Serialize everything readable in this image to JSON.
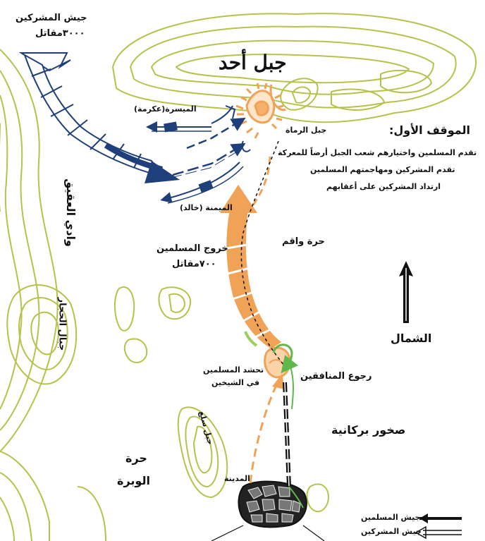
{
  "colors": {
    "background": "#ffffff",
    "contour": "#b6c24a",
    "muslims": "#f0a257",
    "polytheists": "#1e3f7a",
    "hypocrites": "#5fb84a",
    "ink": "#111111"
  },
  "labels": {
    "mountain_uhud": "جبل أحد",
    "archers_mountain": "جبل الرماة",
    "position_heading": "الموقف الأول:",
    "position_line1": "تقدم المسلمين واختيارهم شعب الجبل أرضاً للمعركة",
    "position_line2": "تقدم المشركين ومهاجمتهم المسلمين",
    "position_line3": "ارتداد المشركين على أعقابهم",
    "left_flank": "الميسرة(عكرمة)",
    "right_flank": "الميمنة (خالد)",
    "polytheist_army": "جيش المشركين",
    "polytheist_count": "٣٠٠٠مقاتل",
    "wadi_aqiq": "وادي العقيق",
    "harrat_waqim": "حرة واقم",
    "muslim_exit": "خروج المسلمين",
    "muslim_count": "٧٠٠مقاتل",
    "north": "الشمال",
    "hijar_mountains": "جبال الحجار",
    "hypocrites_return": "رجوع المنافقين",
    "muslim_gathering_1": "تحشد المسلمين",
    "muslim_gathering_2": "في الشيخين",
    "volcanic_rocks": "صخور بركانية",
    "sala_mountain": "جبل سلع",
    "harrat_wabra_1": "حرة",
    "harrat_wabra_2": "الوبرة",
    "madina": "المدينة"
  },
  "legend": {
    "muslim_army": "جيش المسلمين",
    "polytheist_army": "جيش المشركين"
  }
}
